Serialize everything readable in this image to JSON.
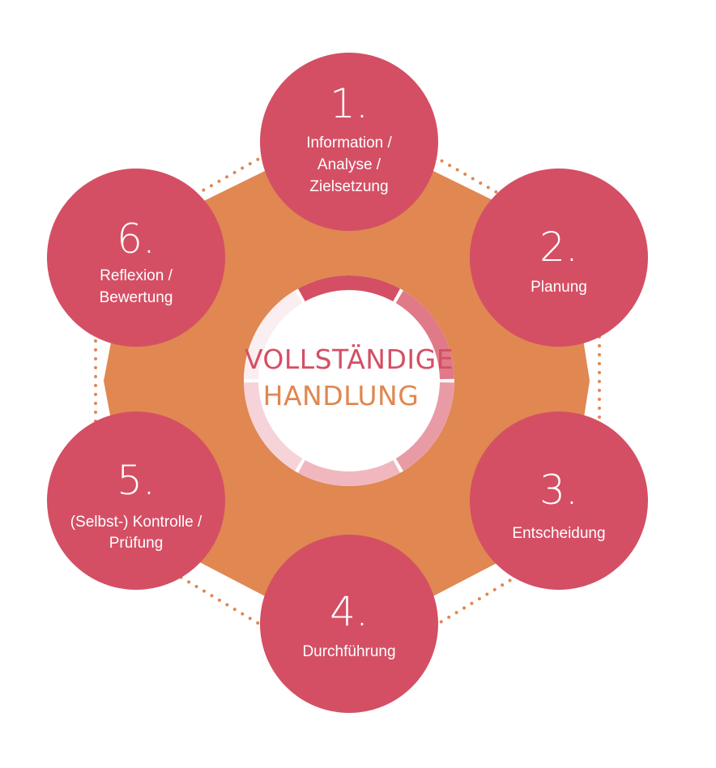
{
  "center": {
    "line1": "VOLLSTÄNDIGE",
    "line2": "HANDLUNG"
  },
  "steps": [
    {
      "number": "1.",
      "label": [
        "Information /",
        "Analyse /",
        "Zielsetzung"
      ]
    },
    {
      "number": "2.",
      "label": [
        "Planung"
      ]
    },
    {
      "number": "3.",
      "label": [
        "Entscheidung"
      ]
    },
    {
      "number": "4.",
      "label": [
        "Durchführung"
      ]
    },
    {
      "number": "5.",
      "label": [
        "(Selbst-) Kontrolle /",
        "Prüfung"
      ]
    },
    {
      "number": "6.",
      "label": [
        "Reflexion /",
        "Bewertung"
      ]
    }
  ],
  "colors": {
    "circle": "#d44f64",
    "hexagon": "#e08752",
    "dots": "#e08752",
    "center_text_1": "#d44f64",
    "center_text_2": "#e08752",
    "ring_segments": [
      "#d44f64",
      "#e07a88",
      "#e99ba5",
      "#f0b7bf",
      "#f6d3d8",
      "#fbeef0"
    ]
  }
}
